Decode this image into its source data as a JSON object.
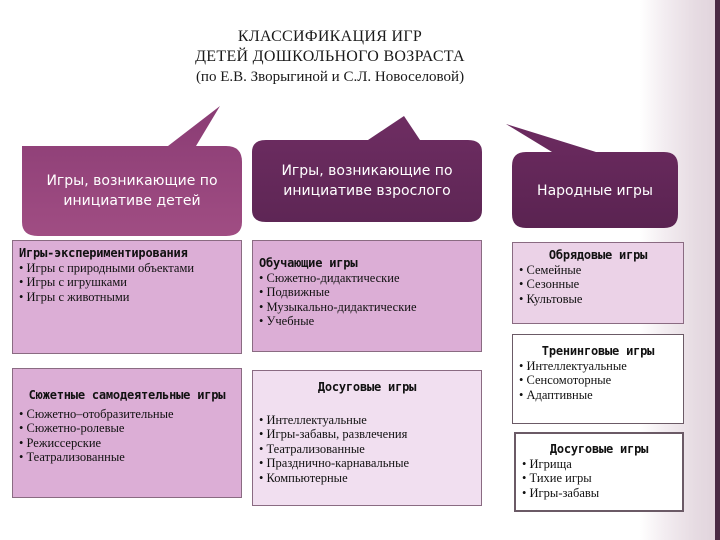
{
  "title": {
    "line1": "КЛАССИФИКАЦИЯ ИГР",
    "line2": "ДЕТЕЙ ДОШКОЛЬНОГО ВОЗРАСТА",
    "line3": "(по Е.В. Зворыгиной и С.Л. Новоселовой)"
  },
  "headers": {
    "children": "Игры, возникающие по инициативе детей",
    "adult": "Игры, возникающие по инициативе взрослого",
    "folk": "Народные игры"
  },
  "children_column": {
    "experiment": {
      "title": "Игры-экспериментирования",
      "items": [
        "Игры с природными объектами",
        "Игры с игрушками",
        "Игры с животными"
      ]
    },
    "plot": {
      "title": "Сюжетные самодеятельные игры",
      "items": [
        "Сюжетно–отобразительные",
        "Сюжетно-ролевые",
        "Режиссерские",
        "Театрализованные"
      ]
    }
  },
  "adult_column": {
    "educational": {
      "title": "Обучающие игры",
      "items": [
        "Сюжетно-дидактические",
        "Подвижные",
        "Музыкально-дидактические",
        "Учебные"
      ]
    },
    "leisure": {
      "title": "Досуговые игры",
      "items": [
        "Интеллектуальные",
        "Игры-забавы, развлечения",
        "Театрализованные",
        "Празднично-карнавальные",
        "Компьютерные"
      ]
    }
  },
  "folk_column": {
    "ritual": {
      "title": "Обрядовые игры",
      "items": [
        "Семейные",
        "Сезонные",
        "Культовые"
      ]
    },
    "training": {
      "title": "Тренинговые игры",
      "items": [
        "Интеллектуальные",
        "Сенсомоторные",
        "Адаптивные"
      ]
    },
    "leisure": {
      "title": "Досуговые игры",
      "items": [
        "Игрища",
        "Тихие игры",
        "Игры-забавы"
      ]
    }
  },
  "colors": {
    "header_dark": "#6e2e62",
    "header_mid": "#93406f",
    "pink_box": "#dcaed6",
    "lavender_box": "#f1dff0"
  }
}
